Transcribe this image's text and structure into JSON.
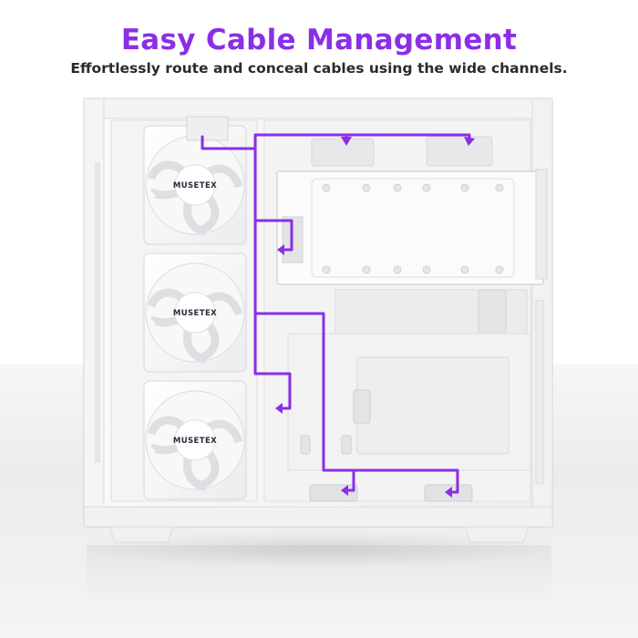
{
  "headline": "Easy Cable Management",
  "subline": "Effortlessly route and conceal cables using the wide channels.",
  "fans": [
    {
      "brand": "MUSETEX"
    },
    {
      "brand": "MUSETEX"
    },
    {
      "brand": "MUSETEX"
    }
  ],
  "colors": {
    "accent": "#8b2ee6",
    "case": "#f7f7f8",
    "text": "#2b2b2b"
  }
}
